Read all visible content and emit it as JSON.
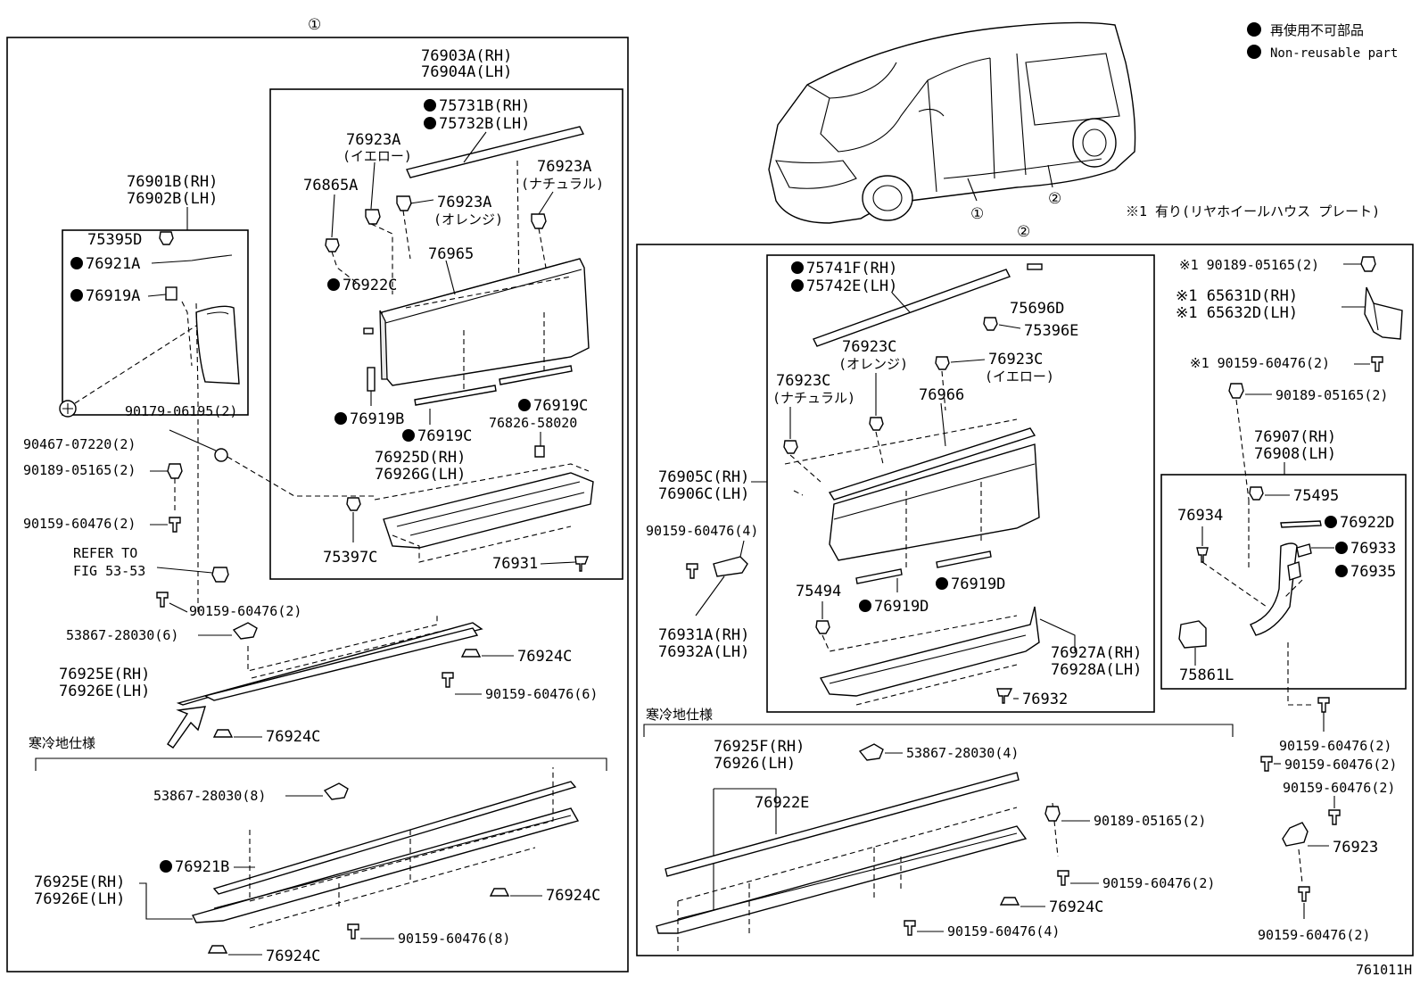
{
  "legend": {
    "jp": "再使用不可部品",
    "en": "Non-reusable part"
  },
  "note_rear_plate": "※1 有り(リヤホイールハウス プレート)",
  "drawing_number": "761011H",
  "callouts": {
    "one": "①",
    "two": "②",
    "car_one": "①",
    "car_two": "②"
  },
  "cold_spec": {
    "left": "寒冷地仕様",
    "right": "寒冷地仕様"
  },
  "group1": {
    "assy_rh": "76903A(RH)",
    "assy_lh": "76904A(LH)",
    "p75731B": "75731B(RH)",
    "p75732B": "75732B(LH)",
    "p76923A_1": "76923A",
    "c_yellow": "(イエロー)",
    "p76923A_2": "76923A",
    "c_natural": "(ナチュラル)",
    "p76865A": "76865A",
    "p76923A_3": "76923A",
    "c_orange": "(オレンジ)",
    "p76965": "76965",
    "p76922C": "76922C",
    "p76919B": "76919B",
    "p76919C_1": "76919C",
    "p76919C_2": "76919C",
    "p76826": "76826-58020",
    "p76925D": "76925D(RH)",
    "p76926G": "76926G(LH)",
    "p75397C": "75397C",
    "p76931": "76931",
    "wrap_rh": "76901B(RH)",
    "wrap_lh": "76902B(LH)",
    "p75395D": "75395D",
    "p76921A": "76921A",
    "p76919A": "76919A",
    "p90179": "90179-06195(2)",
    "p90467": "90467-07220(2)",
    "p90189": "90189-05165(2)",
    "p90159_a": "90159-60476(2)",
    "refer1": "REFER TO",
    "refer2": "FIG 53-53",
    "p90159_b": "90159-60476(2)",
    "p53867_a": "53867-28030(6)",
    "p76924C_a": "76924C",
    "p76925E_a": "76925E(RH)",
    "p76926E_a": "76926E(LH)",
    "p90159_c": "90159-60476(6)",
    "p76924C_b": "76924C",
    "p53867_b": "53867-28030(8)",
    "p76921B": "76921B",
    "p76925E_b": "76925E(RH)",
    "p76926E_b": "76926E(LH)",
    "p76924C_c": "76924C",
    "p90159_d": "90159-60476(8)",
    "p76924C_d": "76924C"
  },
  "group2": {
    "p75741F": "75741F(RH)",
    "p75742E": "75742E(LH)",
    "p75696D": "75696D",
    "p75396E": "75396E",
    "p76923C_1": "76923C",
    "c_orange": "(オレンジ)",
    "p76923C_2": "76923C",
    "c_yellow": "(イエロー)",
    "p76923C_3": "76923C",
    "c_natural": "(ナチュラル)",
    "p76966": "76966",
    "assy_rh": "76905C(RH)",
    "assy_lh": "76906C(LH)",
    "p90159_a": "90159-60476(4)",
    "p76931A": "76931A(RH)",
    "p76932A": "76932A(LH)",
    "p75494": "75494",
    "p76919D_1": "76919D",
    "p76919D_2": "76919D",
    "p76927A": "76927A(RH)",
    "p76928A": "76928A(LH)",
    "p76932": "76932",
    "p76925F": "76925F(RH)",
    "p76926": "76926(LH)",
    "p53867": "53867-28030(4)",
    "p76922E": "76922E",
    "p90189": "90189-05165(2)",
    "p90159_b": "90159-60476(2)",
    "p76924C": "76924C",
    "p90159_c": "90159-60476(4)",
    "r90189_a": "※1 90189-05165(2)",
    "r65631D": "※1 65631D(RH)",
    "r65632D": "※1 65632D(LH)",
    "r90159_a": "※1 90159-60476(2)",
    "r90189_b": "90189-05165(2)",
    "r76907": "76907(RH)",
    "r76908": "76908(LH)",
    "r75495": "75495",
    "r76934": "76934",
    "r76922D": "76922D",
    "r76933": "76933",
    "r76935": "76935",
    "r75861L": "75861L",
    "r90159_b": "90159-60476(2)",
    "r90159_c": "90159-60476(2)",
    "r90159_d": "90159-60476(2)",
    "r76923": "76923",
    "r90159_e": "90159-60476(2)"
  }
}
